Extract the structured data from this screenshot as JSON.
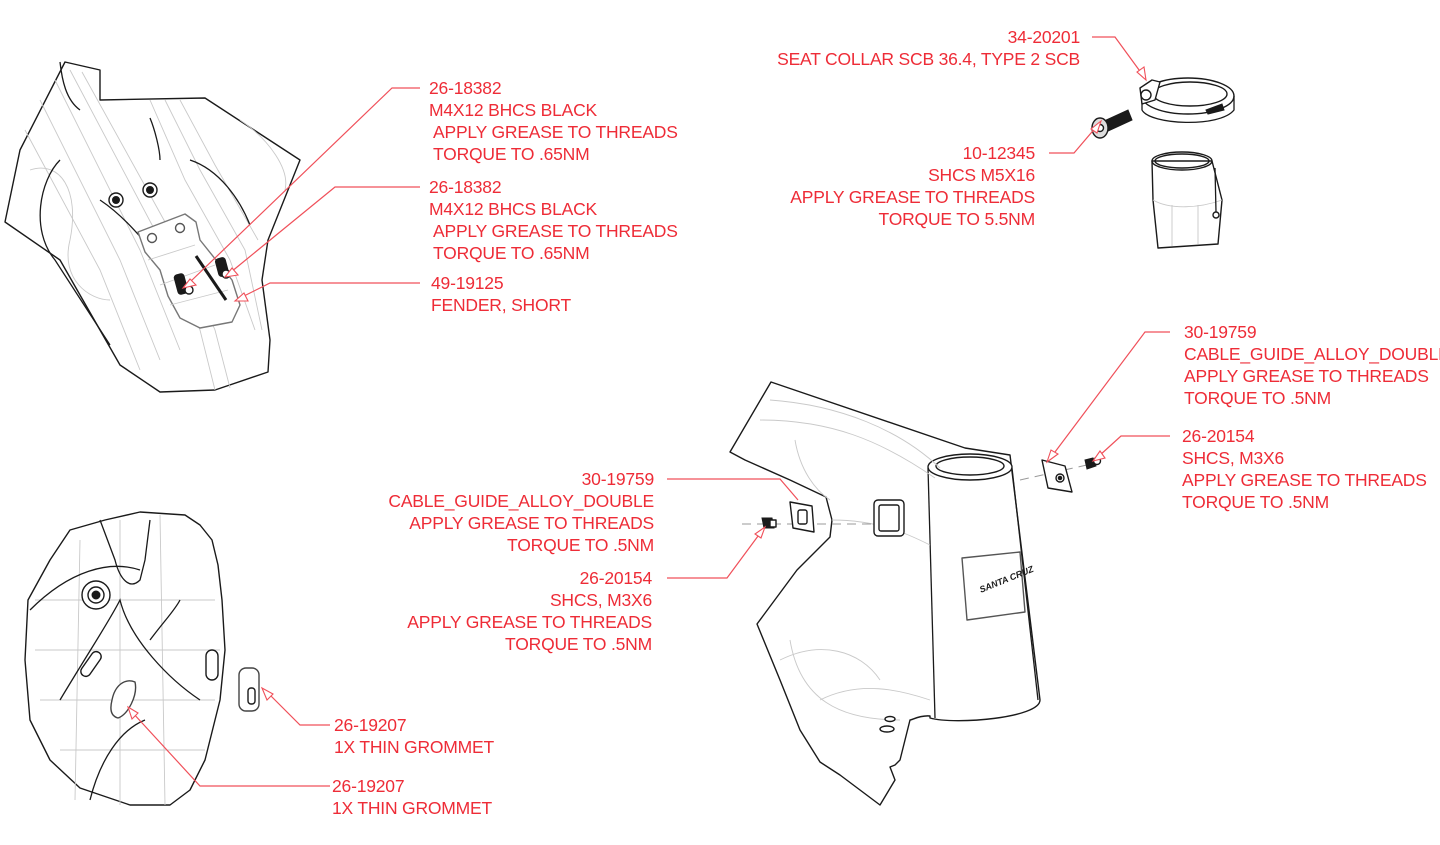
{
  "diagram": {
    "accent_color": "#ee2c37",
    "line_color": "#1a1a1a",
    "callouts": [
      {
        "id": "fender-bolt-1",
        "part_number": "26-18382",
        "lines": [
          "M4X12 BHCS BLACK",
          "APPLY GREASE TO THREADS",
          "TORQUE TO .65NM"
        ]
      },
      {
        "id": "fender-bolt-2",
        "part_number": "26-18382",
        "lines": [
          "M4X12 BHCS BLACK",
          "APPLY GREASE TO THREADS",
          "TORQUE TO .65NM"
        ]
      },
      {
        "id": "fender",
        "part_number": "49-19125",
        "lines": [
          "FENDER, SHORT"
        ]
      },
      {
        "id": "seat-collar",
        "part_number": "34-20201",
        "lines": [
          "SEAT COLLAR SCB 36.4, TYPE 2 SCB"
        ]
      },
      {
        "id": "seat-collar-bolt",
        "part_number": "10-12345",
        "lines": [
          "SHCS M5X16",
          "APPLY GREASE TO THREADS",
          "TORQUE TO 5.5NM"
        ]
      },
      {
        "id": "cable-guide-right",
        "part_number": "30-19759",
        "lines": [
          "CABLE_GUIDE_ALLOY_DOUBLE",
          "APPLY GREASE TO THREADS",
          "TORQUE TO .5NM"
        ]
      },
      {
        "id": "cable-guide-bolt-right",
        "part_number": "26-20154",
        "lines": [
          "SHCS, M3X6",
          "APPLY GREASE TO THREADS",
          "TORQUE TO .5NM"
        ]
      },
      {
        "id": "cable-guide-left",
        "part_number": "30-19759",
        "lines": [
          "CABLE_GUIDE_ALLOY_DOUBLE",
          "APPLY GREASE TO THREADS",
          "TORQUE TO .5NM"
        ]
      },
      {
        "id": "cable-guide-bolt-left",
        "part_number": "26-20154",
        "lines": [
          "SHCS, M3X6",
          "APPLY GREASE TO THREADS",
          "TORQUE TO .5NM"
        ]
      },
      {
        "id": "grommet-1",
        "part_number": "26-19207",
        "lines": [
          "1X THIN GROMMET"
        ]
      },
      {
        "id": "grommet-2",
        "part_number": "26-19207",
        "lines": [
          "1X THIN GROMMET"
        ]
      }
    ],
    "logo_text": "SANTA CRUZ"
  }
}
